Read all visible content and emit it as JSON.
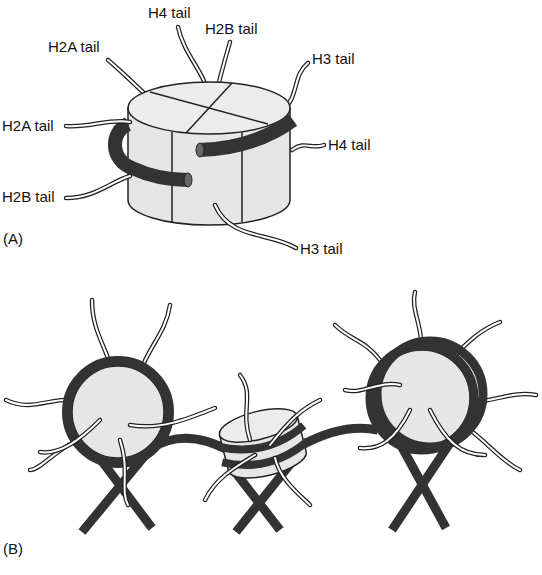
{
  "diagram": {
    "labels": [
      "H4 tail",
      "H2B tail",
      "H2A tail",
      "H3 tail",
      "H2A tail",
      "H4 tail",
      "H2B tail",
      "H3 tail",
      "(A)",
      "(B)"
    ]
  }
}
